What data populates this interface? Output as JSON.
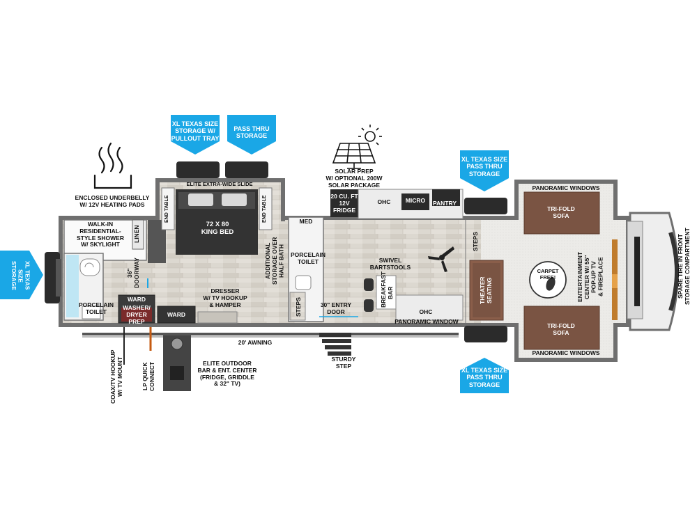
{
  "callouts": {
    "xl_pullout": "XL TEXAS SIZE\nSTORAGE W/\nPULLOUT TRAY",
    "pass_thru_top_left": "PASS THRU\nSTORAGE",
    "xl_pass_thru_top": "XL TEXAS SIZE\nPASS THRU\nSTORAGE",
    "xl_pass_thru_bottom": "XL TEXAS SIZE\nPASS THRU\nSTORAGE",
    "xl_rear": "XL TEXAS SIZE\nSTORAGE"
  },
  "features": {
    "underbelly": "ENCLOSED UNDERBELLY\nW/ 12V HEATING PADS",
    "solar": "SOLAR PREP\nW/ OPTIONAL 200W\nSOLAR PACKAGE",
    "awning": "20' AWNING",
    "outdoor_bar": "ELITE OUTDOOR\nBAR & ENT. CENTER\n(FRIDGE, GRIDDLE\n& 32\" TV)",
    "coax": "COAX/TV HOOKUP\nW/ TV MOUNT",
    "lp": "LP QUICK\nCONNECT",
    "sturdy_step": "STURDY\nSTEP",
    "spare_tire": "SPARE TIRE IN FRONT\nSTORAGE COMPARTMENT"
  },
  "rooms": {
    "shower": "WALK-IN\nRESIDENTIAL-\nSTYLE SHOWER\nW/ SKYLIGHT",
    "linen": "LINEN",
    "doorway": "36\"\nDOORWAY",
    "rear_toilet": "PORCELAIN\nTOILET",
    "ward_top": "WARD",
    "washer": "WASHER/\nDRYER\nPREP",
    "ward_bottom": "WARD",
    "slide": "ELITE EXTRA-WIDE SLIDE",
    "end_table_left": "END TABLE",
    "end_table_right": "END TABLE",
    "bed": "72 X 80\nKING BED",
    "dresser": "DRESSER\nW/ TV HOOKUP\n& HAMPER",
    "additional_storage": "ADDITIONAL\nSTORAGE OVER\nHALF BATH",
    "med": "MED",
    "half_toilet": "PORCELAIN\nTOILET",
    "steps_left": "STEPS",
    "entry_door": "30\" ENTRY\nDOOR",
    "fridge": "20 CU. FT\n12V\nFRIDGE",
    "ohc_top": "OHC",
    "micro": "MICRO",
    "pantry": "PANTRY",
    "barstools": "SWIVEL\nBARTSTOOLS",
    "breakfast_bar": "BREAKFAST\nBAR",
    "ohc_bottom": "OHC",
    "panoramic_window_kitchen": "PANORAMIC WINDOW",
    "steps_right": "STEPS",
    "theater": "THEATER\nSEATING",
    "panoramic_top": "PANORAMIC WINDOWS",
    "sofa_top": "TRI-FOLD\nSOFA",
    "carpet_free": "CARPET\nFREE!",
    "entertainment": "ENTERTAINMENT\nCENTER W/ 55\"\nPOP-UP TV\n& FIREPLACE",
    "sofa_bottom": "TRI-FOLD\nSOFA",
    "panoramic_bottom": "PANORAMIC WINDOWS"
  },
  "colors": {
    "callout_blue": "#1aa7e6",
    "floor_wood": "#d9d4cc",
    "wall": "#6f6f6f",
    "sofa_brown": "#7a5443",
    "dark_unit": "#2b2b2b"
  },
  "icons": [
    "heat-icon",
    "solar-panel-icon",
    "sun-icon",
    "ceiling-fan-icon",
    "carpet-free-footprint-icon"
  ]
}
